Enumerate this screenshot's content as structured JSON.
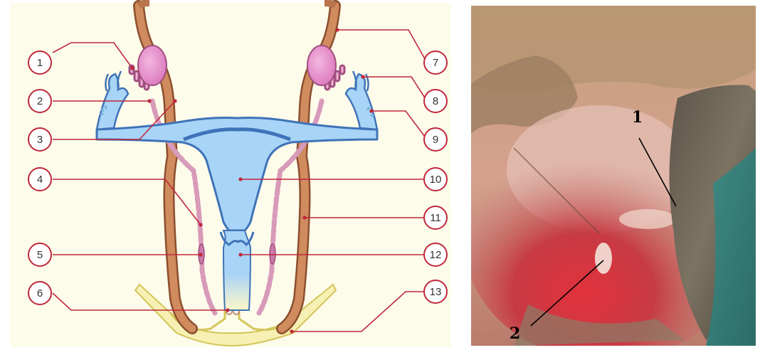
{
  "diagram": {
    "callouts_left": [
      "1",
      "2",
      "3",
      "4",
      "5",
      "6"
    ],
    "callouts_right": [
      "7",
      "8",
      "9",
      "10",
      "11",
      "12",
      "13"
    ]
  },
  "photo": {
    "labels": [
      "1",
      "2"
    ]
  },
  "colors": {
    "diagram_background": "#fdfbea",
    "uterus_fill": "#a8d4f7",
    "uterus_outline": "#4d86c9",
    "duct_brown": "#b9754c",
    "duct_pink": "#e3a6c6",
    "gonad_pink": "#e588c8",
    "vestibule_yellow": "#f3ecaa",
    "leader_red": "#c0273b",
    "photo_tissue_red": "#d23a42"
  }
}
